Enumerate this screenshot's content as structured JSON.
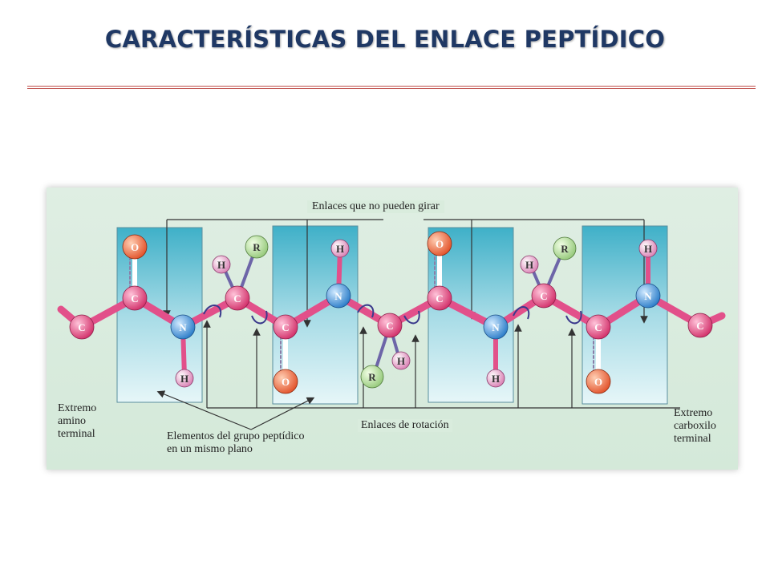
{
  "slide": {
    "title": "CARACTERÍSTICAS DEL ENLACE PEPTÍDICO"
  },
  "diagram": {
    "labels": {
      "top": "Enlaces que no  pueden girar",
      "rotation": "Enlaces de rotación",
      "elements": [
        "Elementos del grupo peptídico",
        "en un mismo plano"
      ],
      "amino": [
        "Extremo",
        "amino",
        "terminal"
      ],
      "carboxyl": [
        "Extremo",
        "carboxilo",
        "terminal"
      ]
    },
    "atoms": {
      "C": "C",
      "N": "N",
      "O": "O",
      "H": "H",
      "R": "R"
    },
    "colors": {
      "carbon": "#e0457a",
      "nitrogen": "#3a8fd6",
      "oxygen": "#f06a3c",
      "hydrogen": "#e8a0c8",
      "r_group": "#b7dba0",
      "plane": "#6fc6d8",
      "background": "#d9ecdd"
    }
  }
}
